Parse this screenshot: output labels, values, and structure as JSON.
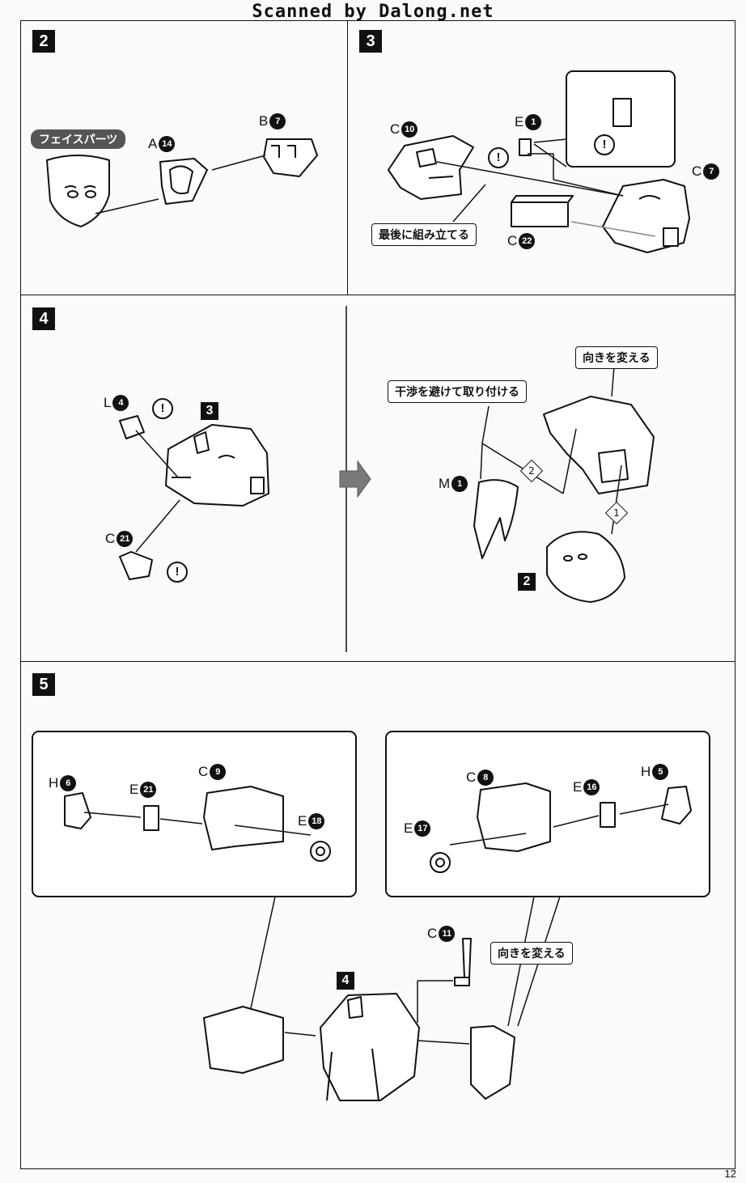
{
  "header": {
    "watermark": "Scanned by Dalong.net"
  },
  "steps": {
    "s2": {
      "num": "2",
      "face_tag": "フェイスパーツ",
      "partA": {
        "letter": "A",
        "num": "14"
      },
      "partB": {
        "letter": "B",
        "num": "7"
      }
    },
    "s3": {
      "num": "3",
      "partC10": {
        "letter": "C",
        "num": "10"
      },
      "partE1": {
        "letter": "E",
        "num": "1"
      },
      "partC7": {
        "letter": "C",
        "num": "7"
      },
      "partC22": {
        "letter": "C",
        "num": "22"
      },
      "note": "最後に組み立てる",
      "warn": "!"
    },
    "s4": {
      "num": "4",
      "ref": "3",
      "ref2": "2",
      "partL4": {
        "letter": "L",
        "num": "4"
      },
      "partC21": {
        "letter": "C",
        "num": "21"
      },
      "partM1": {
        "letter": "M",
        "num": "1"
      },
      "note_avoid": "干渉を避けて取り付ける",
      "note_turn": "向きを変える",
      "order1": "1",
      "order2": "2",
      "warn": "!"
    },
    "s5": {
      "num": "5",
      "ref": "4",
      "partH6": {
        "letter": "H",
        "num": "6"
      },
      "partE21": {
        "letter": "E",
        "num": "21"
      },
      "partC9": {
        "letter": "C",
        "num": "9"
      },
      "partE18": {
        "letter": "E",
        "num": "18"
      },
      "partC8": {
        "letter": "C",
        "num": "8"
      },
      "partE16": {
        "letter": "E",
        "num": "16"
      },
      "partH5": {
        "letter": "H",
        "num": "5"
      },
      "partE17": {
        "letter": "E",
        "num": "17"
      },
      "partC11": {
        "letter": "C",
        "num": "11"
      },
      "note_turn": "向きを変える"
    }
  },
  "footer": {
    "page_number": "12"
  }
}
